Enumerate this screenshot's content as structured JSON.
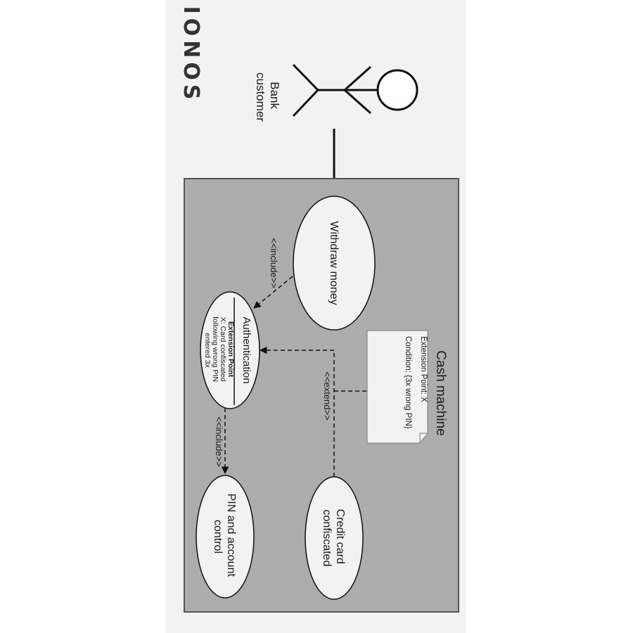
{
  "logo": {
    "text": "IONOS"
  },
  "actor": {
    "line1": "Bank",
    "line2": "customer"
  },
  "system": {
    "title": "Cash machine"
  },
  "use_cases": {
    "withdraw": "Withdraw money",
    "authentication": {
      "title": "Authentication",
      "ext_heading": "Extension Point",
      "ext_line1": "X: Card confiscated",
      "ext_line2": "following wrong PIN",
      "ext_line3": "entered 3x"
    },
    "pin_line1": "PIN and account",
    "pin_line2": "control",
    "card_line1": "Credit card",
    "card_line2": "confiscated"
  },
  "relations": {
    "include1": "<<include>>",
    "include2": "<<include>>",
    "extend": "<<extend>>"
  },
  "note": {
    "line1": "Condition: {3x wrong PIN}",
    "line2": "Extension Point: X"
  }
}
